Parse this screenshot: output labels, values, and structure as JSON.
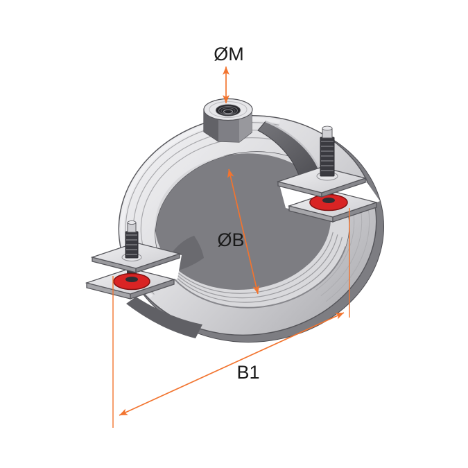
{
  "figure": {
    "type": "technical-drawing",
    "subject": "Pipe clamp with two bolts, hex nut and sealing washers, isometric view"
  },
  "labels": {
    "nut_thread": "ØM",
    "clamp_inner_diameter": "ØB",
    "overall_width": "B1"
  },
  "colors": {
    "dimension_line": "#F2742F",
    "washer_red": "#D92424",
    "label_text": "#1A1A1A",
    "metal_light": "#EFEFF1",
    "metal_mid": "#C7C7CB",
    "metal_dark": "#6B6B70",
    "outline": "#55555A",
    "background": "#FFFFFF"
  }
}
